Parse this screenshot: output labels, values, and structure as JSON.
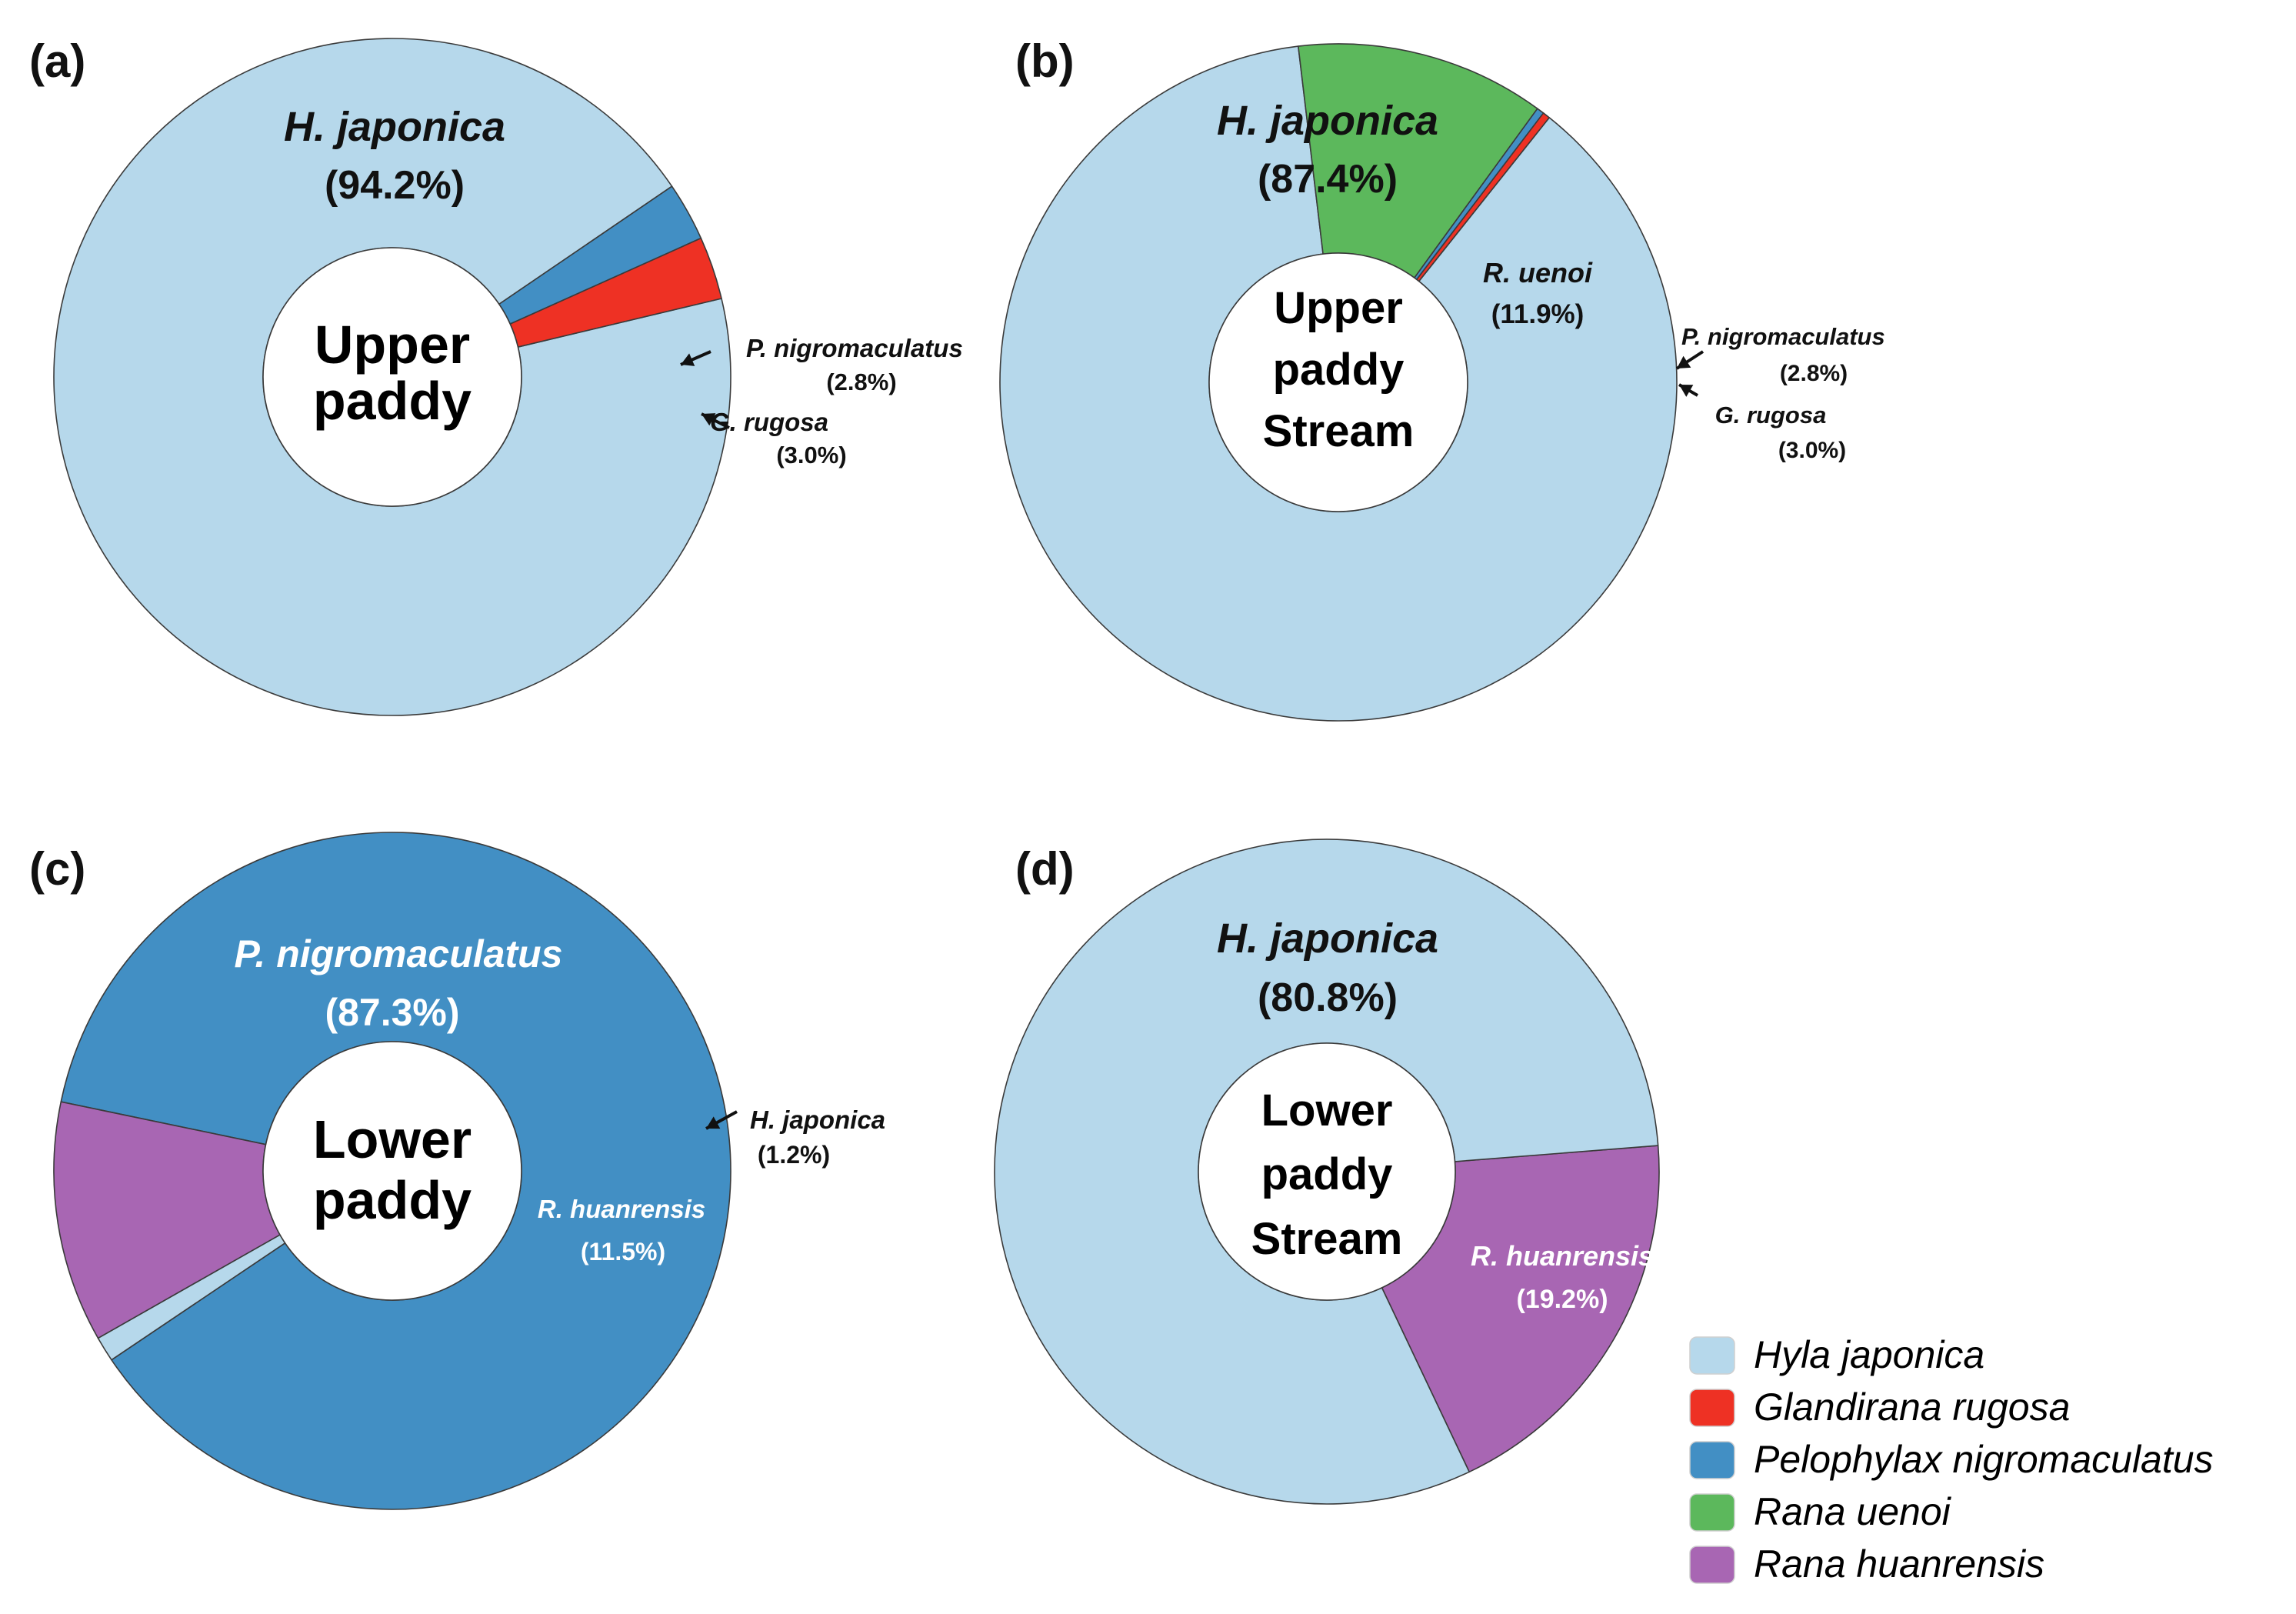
{
  "colors": {
    "Hyla japonica": "#b6d8eb",
    "Glandirana rugosa": "#ee3124",
    "Pelophylax nigromaculatus": "#428fc4",
    "Rana uenoi": "#5cb85c",
    "Rana huanrensis": "#a866b3"
  },
  "chart_data": [
    {
      "type": "pie",
      "panel": "(a)",
      "center_label": [
        "Upper",
        "paddy"
      ],
      "slices": [
        {
          "species": "Hyla japonica",
          "label": "H. japonica",
          "value_text": "(94.2%)",
          "value": 94.2
        },
        {
          "species": "Pelophylax nigromaculatus",
          "label": "P. nigromaculatus",
          "value_text": "(2.8%)",
          "value": 2.8
        },
        {
          "species": "Glandirana rugosa",
          "label": "G. rugosa",
          "value_text": "(3.0%)",
          "value": 3.0
        }
      ]
    },
    {
      "type": "pie",
      "panel": "(b)",
      "center_label": [
        "Upper",
        "paddy",
        "Stream"
      ],
      "slices": [
        {
          "species": "Hyla japonica",
          "label": "H. japonica",
          "value_text": "(87.4%)",
          "value": 87.4
        },
        {
          "species": "Rana uenoi",
          "label": "R. uenoi",
          "value_text": "(11.9%)",
          "value": 11.9
        },
        {
          "species": "Pelophylax nigromaculatus",
          "label": "P. nigromaculatus",
          "value_text": "(2.8%)",
          "value": 0.35
        },
        {
          "species": "Glandirana rugosa",
          "label": "G. rugosa",
          "value_text": "(3.0%)",
          "value": 0.35
        }
      ]
    },
    {
      "type": "pie",
      "panel": "(c)",
      "center_label": [
        "Lower",
        "paddy"
      ],
      "slices": [
        {
          "species": "Pelophylax nigromaculatus",
          "label": "P. nigromaculatus",
          "value_text": "(87.3%)",
          "value": 87.3
        },
        {
          "species": "Hyla japonica",
          "label": "H. japonica",
          "value_text": "(1.2%)",
          "value": 1.2
        },
        {
          "species": "Rana huanrensis",
          "label": "R. huanrensis",
          "value_text": "(11.5%)",
          "value": 11.5
        }
      ]
    },
    {
      "type": "pie",
      "panel": "(d)",
      "center_label": [
        "Lower",
        "paddy",
        "Stream"
      ],
      "slices": [
        {
          "species": "Hyla japonica",
          "label": "H. japonica",
          "value_text": "(80.8%)",
          "value": 80.8
        },
        {
          "species": "Rana huanrensis",
          "label": "R. huanrensis",
          "value_text": "(19.2%)",
          "value": 19.2
        }
      ]
    }
  ],
  "legend": [
    {
      "label": "Hyla japonica",
      "color": "#b6d8eb"
    },
    {
      "label": "Glandirana rugosa",
      "color": "#ee3124"
    },
    {
      "label": "Pelophylax nigromaculatus",
      "color": "#428fc4"
    },
    {
      "label": "Rana uenoi",
      "color": "#5cb85c"
    },
    {
      "label": "Rana huanrensis",
      "color": "#a866b3"
    }
  ]
}
